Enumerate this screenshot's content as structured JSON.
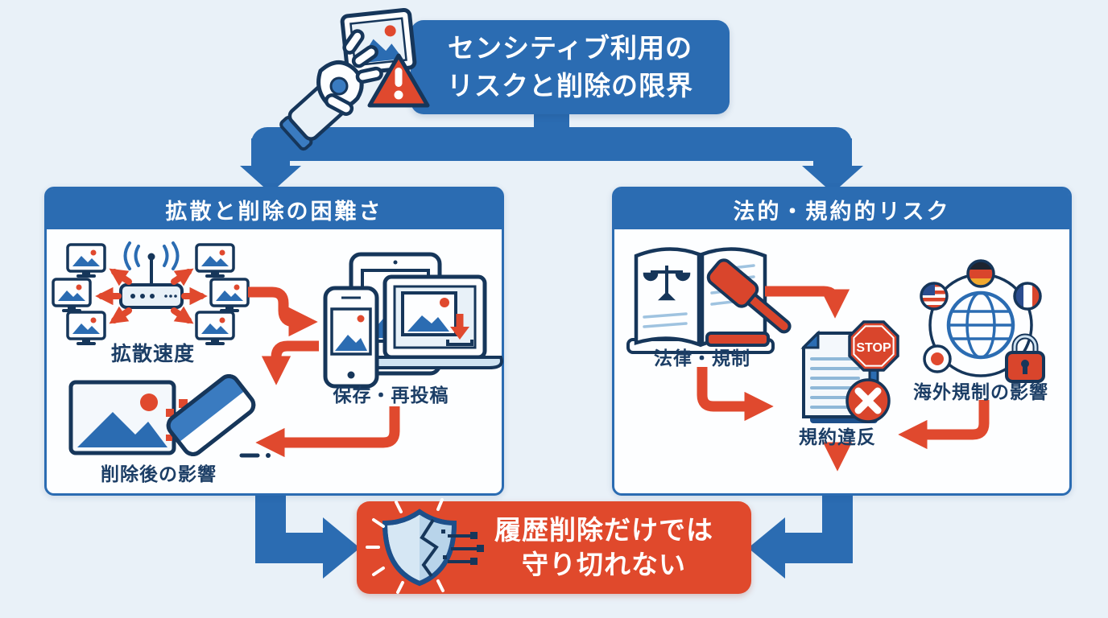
{
  "header": {
    "title_line1": "センシティブ利用の",
    "title_line2": "リスクと削除の限界",
    "icon": "robot-hand-photo-warning-icon"
  },
  "panels": {
    "left": {
      "title": "拡散と削除の困難さ",
      "items": [
        {
          "label": "拡散速度",
          "icon": "network-spread-icon"
        },
        {
          "label": "保存・再投稿",
          "icon": "devices-save-repost-icon"
        },
        {
          "label": "削除後の影響",
          "icon": "image-eraser-icon"
        }
      ]
    },
    "right": {
      "title": "法的・規約的リスク",
      "items": [
        {
          "label": "法律・規制",
          "icon": "law-book-gavel-icon"
        },
        {
          "label": "規約違反",
          "icon": "document-violation-stop-icon"
        },
        {
          "label": "海外規制の影響",
          "icon": "globe-flags-lock-icon"
        }
      ]
    }
  },
  "conclusion": {
    "line1": "履歴削除だけでは",
    "line2": "守り切れない",
    "icon": "broken-shield-circuit-icon"
  },
  "badges": {
    "stop": "STOP"
  },
  "colors": {
    "background": "#e9f1f8",
    "primary_blue": "#2b6cb2",
    "accent_red": "#e0492e",
    "outline_navy": "#16365a",
    "panel_bg": "#fdfeff",
    "text_on_dark": "#ffffff"
  }
}
